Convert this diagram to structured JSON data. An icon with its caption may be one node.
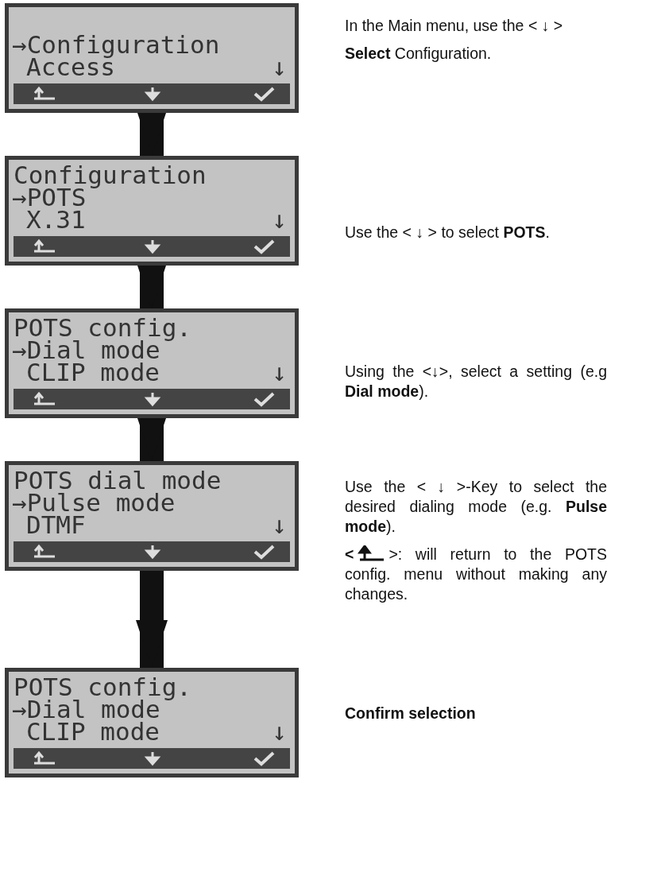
{
  "diagram": {
    "nodes": [
      {
        "text": [
          "→Configuration",
          "Access",
          "↓"
        ],
        "beside": [
          "In the Main menu, use the < ↓ >",
          "**Select**  Configuration."
        ]
      },
      {
        "text": [
          "Configuration",
          "→POTS",
          "X.31",
          "↓"
        ],
        "beside": [
          "Use the < ↓ > to select **POTS**."
        ]
      },
      {
        "text": [
          "POTS config.",
          "→Dial mode",
          "CLIP mode",
          "↓"
        ],
        "beside": [
          "Using the <↓>, select a setting (e.g **Dial mode**)."
        ]
      },
      {
        "text": [
          "POTS dial mode",
          "→Pulse mode",
          "DTMF",
          "↓"
        ],
        "beside": [
          "Use the < ↓ >-Key to select the desired dialing mode (e.g. **Pulse mode**).",
          "< >: will return to the POTS config. menu without making any changes."
        ]
      },
      {
        "text": [
          "POTS config.",
          "→Dial mode",
          "CLIP mode",
          "↓"
        ],
        "beside": [
          "Confirm selection"
        ]
      }
    ],
    "edges": [
      {
        "from": 0,
        "to": 1,
        "arrow": "to"
      },
      {
        "from": 1,
        "to": 2,
        "arrow": "to"
      },
      {
        "from": 2,
        "to": 3,
        "arrow": "to"
      },
      {
        "from": 3,
        "to": 4,
        "arrow": "to"
      }
    ]
  }
}
